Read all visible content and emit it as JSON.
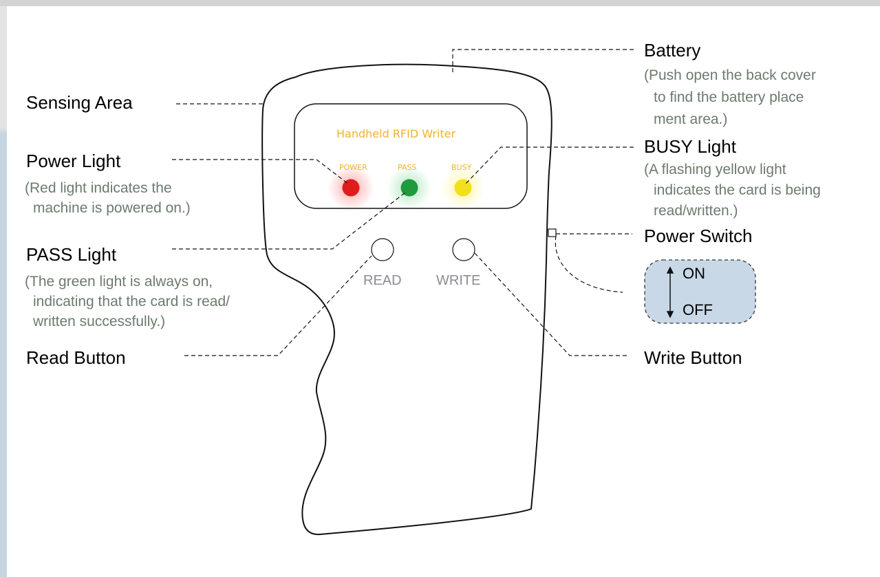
{
  "device": {
    "title": "Handheld RFID Writer",
    "lights": [
      {
        "label": "POWER",
        "color": "#e01b1b"
      },
      {
        "label": "PASS",
        "color": "#1f9a3c"
      },
      {
        "label": "BUSY",
        "color": "#f2e01a"
      }
    ],
    "buttons": {
      "read": "READ",
      "write": "WRITE"
    }
  },
  "callouts": {
    "sensing_area": "Sensing Area",
    "power_light": {
      "title": "Power Light",
      "notes": [
        "(Red light indicates the",
        "machine is powered on.)"
      ]
    },
    "pass_light": {
      "title": "PASS Light",
      "notes": [
        "(The green light is always on,",
        "indicating that the card is read/",
        "written successfully.)"
      ]
    },
    "read_button": "Read Button",
    "battery": {
      "title": "Battery",
      "notes": [
        "(Push open the back cover",
        "to find the battery place",
        "ment area.)"
      ]
    },
    "busy_light": {
      "title": "BUSY Light",
      "notes": [
        "(A flashing yellow light",
        "indicates the card is being",
        "read/written.)"
      ]
    },
    "power_switch": {
      "title": "Power Switch",
      "on": "ON",
      "off": "OFF"
    },
    "write_button": "Write Button"
  },
  "colors": {
    "note_text": "#6b7b6d",
    "device_text": "#f0b32a",
    "switch_fill": "#c8d8e6",
    "button_label": "#8a8c92"
  }
}
